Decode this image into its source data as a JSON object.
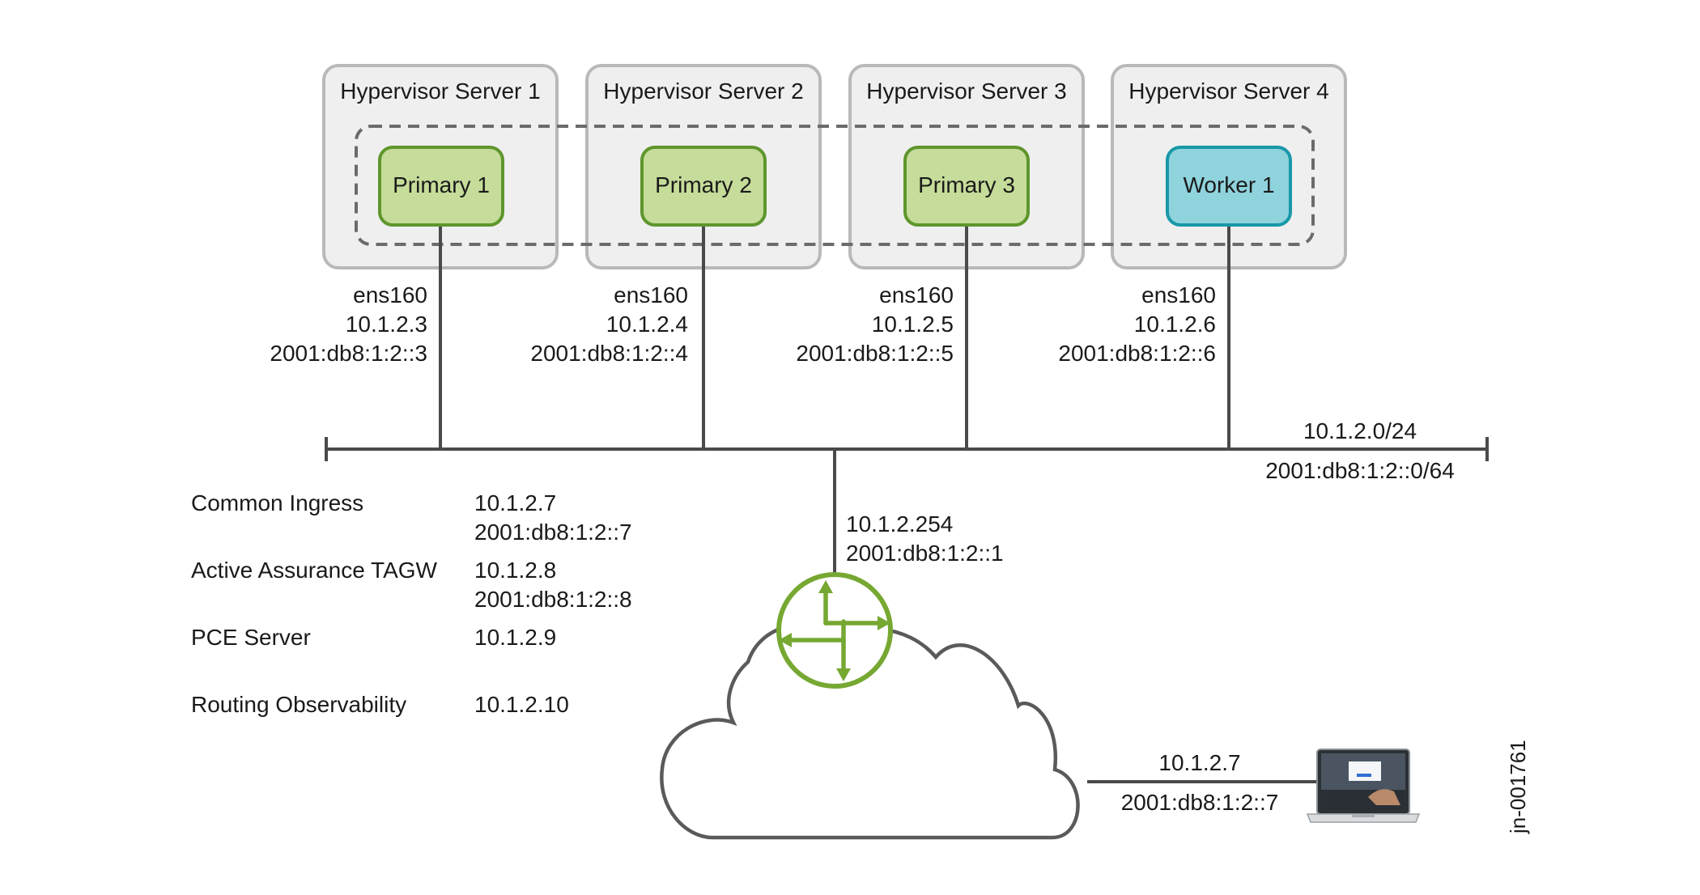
{
  "hypervisors": [
    {
      "title": "Hypervisor Server 1",
      "vm": "Primary 1",
      "vm_kind": "primary",
      "iface": "ens160",
      "ipv4": "10.1.2.3",
      "ipv6": "2001:db8:1:2::3"
    },
    {
      "title": "Hypervisor Server 2",
      "vm": "Primary 2",
      "vm_kind": "primary",
      "iface": "ens160",
      "ipv4": "10.1.2.4",
      "ipv6": "2001:db8:1:2::4"
    },
    {
      "title": "Hypervisor Server 3",
      "vm": "Primary 3",
      "vm_kind": "primary",
      "iface": "ens160",
      "ipv4": "10.1.2.5",
      "ipv6": "2001:db8:1:2::5"
    },
    {
      "title": "Hypervisor Server 4",
      "vm": "Worker 1",
      "vm_kind": "worker",
      "iface": "ens160",
      "ipv4": "10.1.2.6",
      "ipv6": "2001:db8:1:2::6"
    }
  ],
  "subnet": {
    "ipv4": "10.1.2.0/24",
    "ipv6": "2001:db8:1:2::0/64"
  },
  "services": [
    {
      "name": "Common Ingress",
      "ipv4": "10.1.2.7",
      "ipv6": "2001:db8:1:2::7"
    },
    {
      "name": "Active Assurance TAGW",
      "ipv4": "10.1.2.8",
      "ipv6": "2001:db8:1:2::8"
    },
    {
      "name": "PCE Server",
      "ipv4": "10.1.2.9",
      "ipv6": ""
    },
    {
      "name": "Routing Observability",
      "ipv4": "10.1.2.10",
      "ipv6": ""
    }
  ],
  "gateway": {
    "ipv4": "10.1.2.254",
    "ipv6": "2001:db8:1:2::1",
    "icon": "router-icon"
  },
  "client": {
    "ipv4": "10.1.2.7",
    "ipv6": "2001:db8:1:2::7",
    "icon": "laptop-icon"
  },
  "figure_id": "jn-001761",
  "colors": {
    "primary_fill": "#c6dc9a",
    "primary_border": "#5e962c",
    "worker_fill": "#8fd3dd",
    "worker_border": "#1898a8",
    "router": "#76a832",
    "box_fill": "#efefef"
  }
}
